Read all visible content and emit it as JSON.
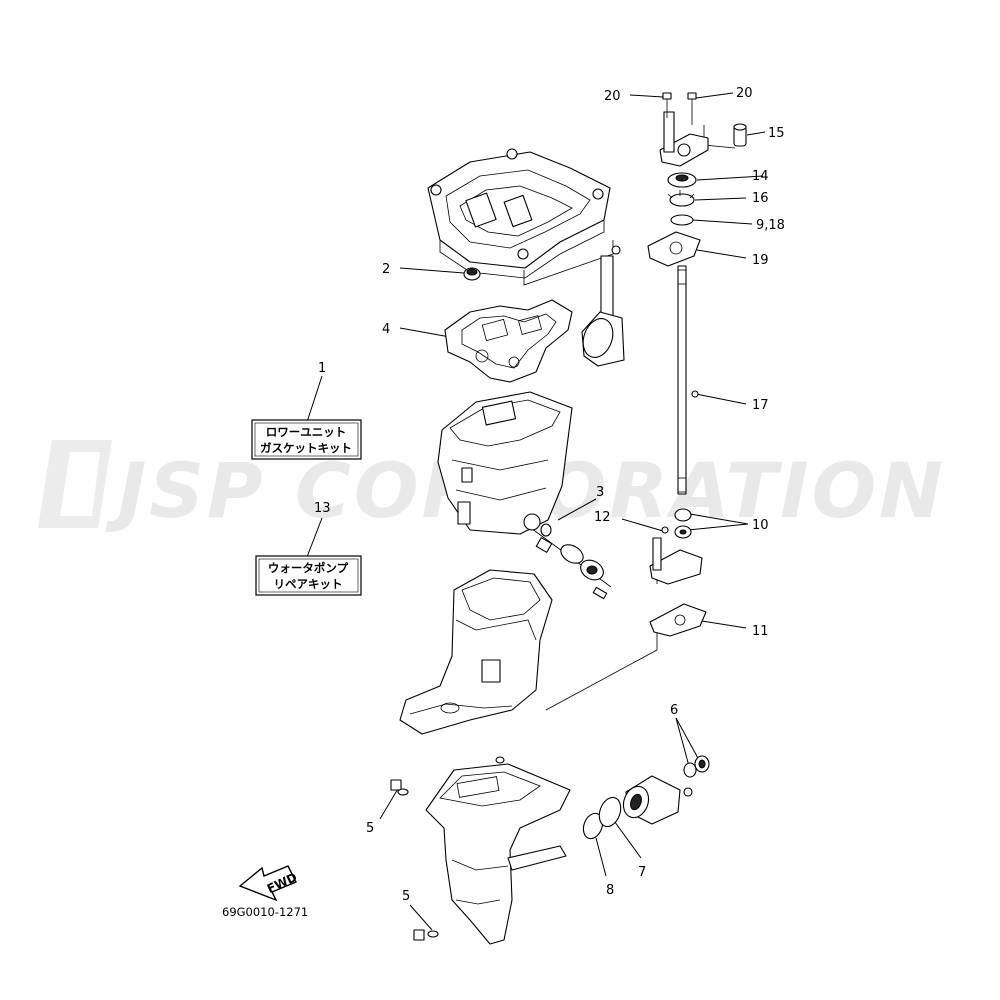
{
  "watermark": "JSP CORPORATION",
  "diagram_code": "69G0010-1271",
  "fwd_label": "FWD",
  "kits": {
    "kit1": {
      "number": "1",
      "line1": "ロワーユニット",
      "line2": "ガスケットキット"
    },
    "kit13": {
      "number": "13",
      "line1": "ウォータポンプ",
      "line2": "リペアキット"
    }
  },
  "callouts": {
    "c20a": "20",
    "c20b": "20",
    "c15": "15",
    "c14": "14",
    "c16": "16",
    "c9_18": "9,18",
    "c19": "19",
    "c2": "2",
    "c4": "4",
    "c17": "17",
    "c3": "3",
    "c12": "12",
    "c10": "10",
    "c11": "11",
    "c6": "6",
    "c5a": "5",
    "c5b": "5",
    "c7": "7",
    "c8": "8"
  }
}
